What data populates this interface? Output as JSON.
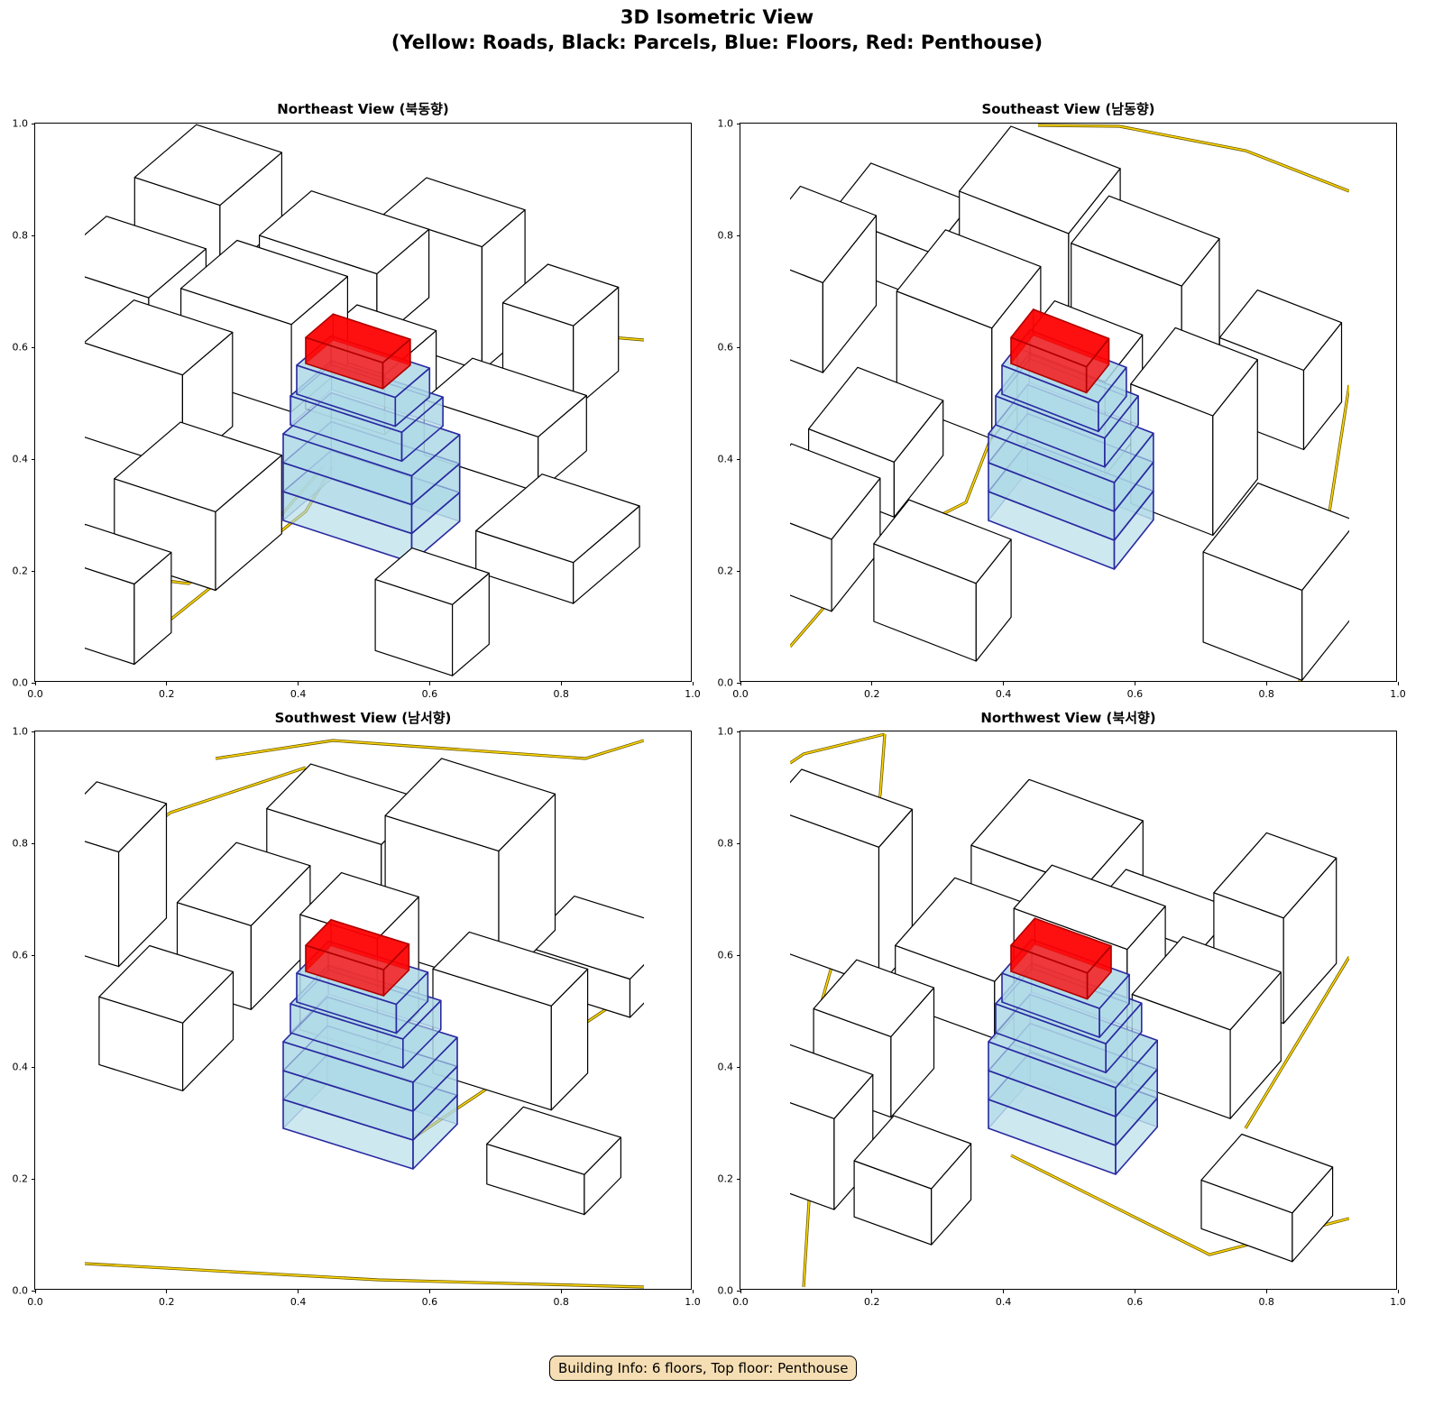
{
  "title_line1": "3D Isometric View",
  "title_line2": "(Yellow: Roads, Black: Parcels, Blue: Floors, Red: Penthouse)",
  "panels": [
    {
      "title": "Northeast View (북동향)"
    },
    {
      "title": "Southeast View (남동향)"
    },
    {
      "title": "Southwest View (남서향)"
    },
    {
      "title": "Northwest View (북서향)"
    }
  ],
  "axis_ticks": [
    "0.0",
    "0.2",
    "0.4",
    "0.6",
    "0.8",
    "1.0"
  ],
  "info_label": "Building Info: 6 floors, Top floor: Penthouse",
  "building": {
    "floors": 6,
    "top_floor": "Penthouse"
  },
  "colors": {
    "roads": "#ffd700",
    "parcels": "#000000",
    "floors": "#add8e6",
    "floor_edges": "#2a2aa0",
    "penthouse": "#ff0000",
    "info_bg": "#f5deb3"
  }
}
